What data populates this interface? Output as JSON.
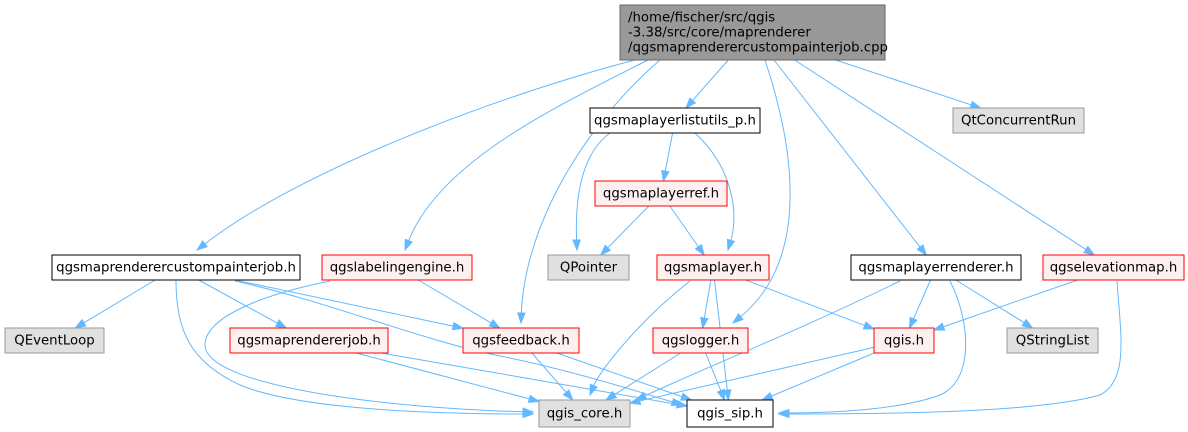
{
  "colors": {
    "edge": "#63b8ff",
    "root_fill": "#999999",
    "root_stroke": "#666666",
    "normal_fill": "#ffffff",
    "normal_stroke": "#000000",
    "red_fill": "#fff0f0",
    "red_stroke": "#ff0000",
    "ext_fill": "#e0e0e0",
    "ext_stroke": "#999999"
  },
  "nodes": {
    "root": {
      "lines": [
        "/home/fischer/src/qgis",
        "-3.38/src/core/maprenderer",
        "/qgsmaprenderercustompainterjob.cpp"
      ],
      "kind": "root"
    },
    "mlu": {
      "lines": [
        "qgsmaplayerlistutils_p.h"
      ],
      "kind": "normal"
    },
    "qtcr": {
      "lines": [
        "QtConcurrentRun"
      ],
      "kind": "external"
    },
    "mlr": {
      "lines": [
        "qgsmaplayerref.h"
      ],
      "kind": "red"
    },
    "mrcpj": {
      "lines": [
        "qgsmaprenderercustompainterjob.h"
      ],
      "kind": "normal"
    },
    "le": {
      "lines": [
        "qgslabelingengine.h"
      ],
      "kind": "red"
    },
    "qptr": {
      "lines": [
        "QPointer"
      ],
      "kind": "external"
    },
    "ml": {
      "lines": [
        "qgsmaplayer.h"
      ],
      "kind": "red"
    },
    "mlrend": {
      "lines": [
        "qgsmaplayerrenderer.h"
      ],
      "kind": "normal"
    },
    "elev": {
      "lines": [
        "qgselevationmap.h"
      ],
      "kind": "red"
    },
    "qel": {
      "lines": [
        "QEventLoop"
      ],
      "kind": "external"
    },
    "mrj": {
      "lines": [
        "qgsmaprendererjob.h"
      ],
      "kind": "red"
    },
    "fb": {
      "lines": [
        "qgsfeedback.h"
      ],
      "kind": "red"
    },
    "log": {
      "lines": [
        "qgslogger.h"
      ],
      "kind": "red"
    },
    "qgis": {
      "lines": [
        "qgis.h"
      ],
      "kind": "red"
    },
    "qsl": {
      "lines": [
        "QStringList"
      ],
      "kind": "external"
    },
    "core": {
      "lines": [
        "qgis_core.h"
      ],
      "kind": "external"
    },
    "sip": {
      "lines": [
        "qgis_sip.h"
      ],
      "kind": "normal"
    }
  },
  "edges": [
    [
      "root",
      "mlu"
    ],
    [
      "root",
      "qtcr"
    ],
    [
      "root",
      "mrcpj"
    ],
    [
      "root",
      "le"
    ],
    [
      "root",
      "fb"
    ],
    [
      "root",
      "log"
    ],
    [
      "root",
      "mlrend"
    ],
    [
      "root",
      "elev"
    ],
    [
      "mlu",
      "mlr"
    ],
    [
      "mlu",
      "qptr"
    ],
    [
      "mlu",
      "ml"
    ],
    [
      "mlr",
      "qptr"
    ],
    [
      "mlr",
      "ml"
    ],
    [
      "mrcpj",
      "qel"
    ],
    [
      "mrcpj",
      "mrj"
    ],
    [
      "mrcpj",
      "core"
    ],
    [
      "mrcpj",
      "sip"
    ],
    [
      "mrcpj",
      "fb"
    ],
    [
      "le",
      "fb"
    ],
    [
      "le",
      "core"
    ],
    [
      "ml",
      "log"
    ],
    [
      "ml",
      "qgis"
    ],
    [
      "ml",
      "core"
    ],
    [
      "ml",
      "sip"
    ],
    [
      "mlrend",
      "qgis"
    ],
    [
      "mlrend",
      "qsl"
    ],
    [
      "mlrend",
      "core"
    ],
    [
      "mlrend",
      "sip"
    ],
    [
      "elev",
      "qgis"
    ],
    [
      "elev",
      "sip"
    ],
    [
      "mrj",
      "core"
    ],
    [
      "mrj",
      "sip"
    ],
    [
      "fb",
      "core"
    ],
    [
      "fb",
      "sip"
    ],
    [
      "log",
      "core"
    ],
    [
      "log",
      "sip"
    ],
    [
      "qgis",
      "core"
    ],
    [
      "qgis",
      "sip"
    ]
  ]
}
